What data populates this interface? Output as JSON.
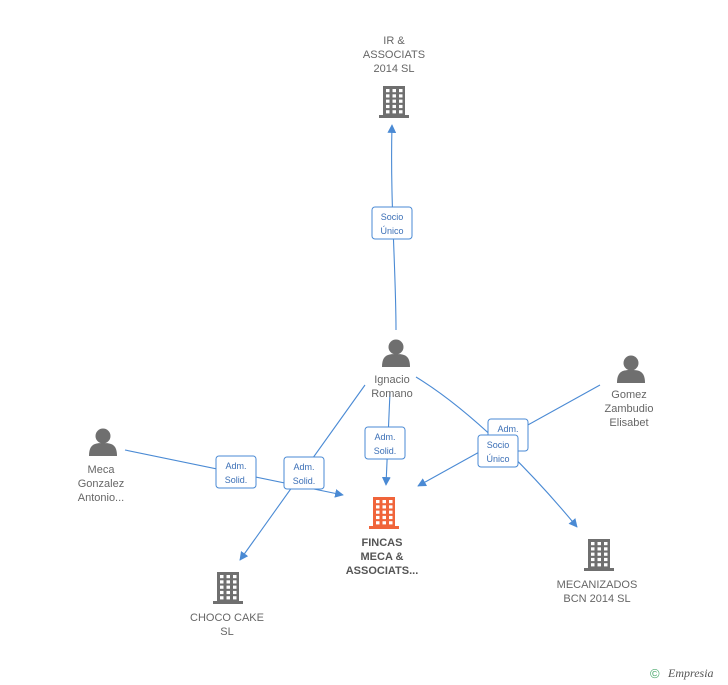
{
  "colors": {
    "edge": "#4a8ad4",
    "edge_text": "#3b6fb6",
    "node_icon": "#6f6f6f",
    "focus_icon": "#f0643a",
    "label": "#666666"
  },
  "nodes": [
    {
      "id": "ir",
      "type": "company",
      "label": [
        "IR &",
        "ASSOCIATS",
        "2014  SL"
      ],
      "focus": false,
      "icon": "building-icon"
    },
    {
      "id": "ignacio",
      "type": "person",
      "label": [
        "Ignacio",
        "Romano"
      ],
      "focus": false,
      "icon": "person-icon"
    },
    {
      "id": "gomez",
      "type": "person",
      "label": [
        "Gomez",
        "Zambudio",
        "Elisabet"
      ],
      "focus": false,
      "icon": "person-icon"
    },
    {
      "id": "meca",
      "type": "person",
      "label": [
        "Meca",
        "Gonzalez",
        "Antonio..."
      ],
      "focus": false,
      "icon": "person-icon"
    },
    {
      "id": "fincas",
      "type": "company",
      "label": [
        "FINCAS",
        "MECA &",
        "ASSOCIATS..."
      ],
      "focus": true,
      "icon": "building-icon"
    },
    {
      "id": "choco",
      "type": "company",
      "label": [
        "CHOCO CAKE",
        "SL"
      ],
      "focus": false,
      "icon": "building-icon"
    },
    {
      "id": "mecanizados",
      "type": "company",
      "label": [
        "MECANIZADOS",
        "BCN 2014  SL"
      ],
      "focus": false,
      "icon": "building-icon"
    }
  ],
  "edges": [
    {
      "id": "e1",
      "from": "ignacio",
      "to": "ir",
      "label": [
        "Socio",
        "Único"
      ]
    },
    {
      "id": "e2",
      "from": "ignacio",
      "to": "fincas",
      "label": [
        "Adm.",
        "Solid."
      ]
    },
    {
      "id": "e3",
      "from": "meca",
      "to": "fincas",
      "label": [
        "Adm.",
        "Solid."
      ]
    },
    {
      "id": "e4",
      "from": "ignacio",
      "to": "choco",
      "label": [
        "Adm.",
        "Solid."
      ]
    },
    {
      "id": "e5",
      "from": "gomez",
      "to": "fincas",
      "label": [
        "Adm.",
        "Solid."
      ]
    },
    {
      "id": "e6",
      "from": "ignacio",
      "to": "mecanizados",
      "label": [
        "Socio",
        "Único"
      ]
    }
  ],
  "footer": {
    "copyright": "©",
    "brand": "Empresia"
  }
}
